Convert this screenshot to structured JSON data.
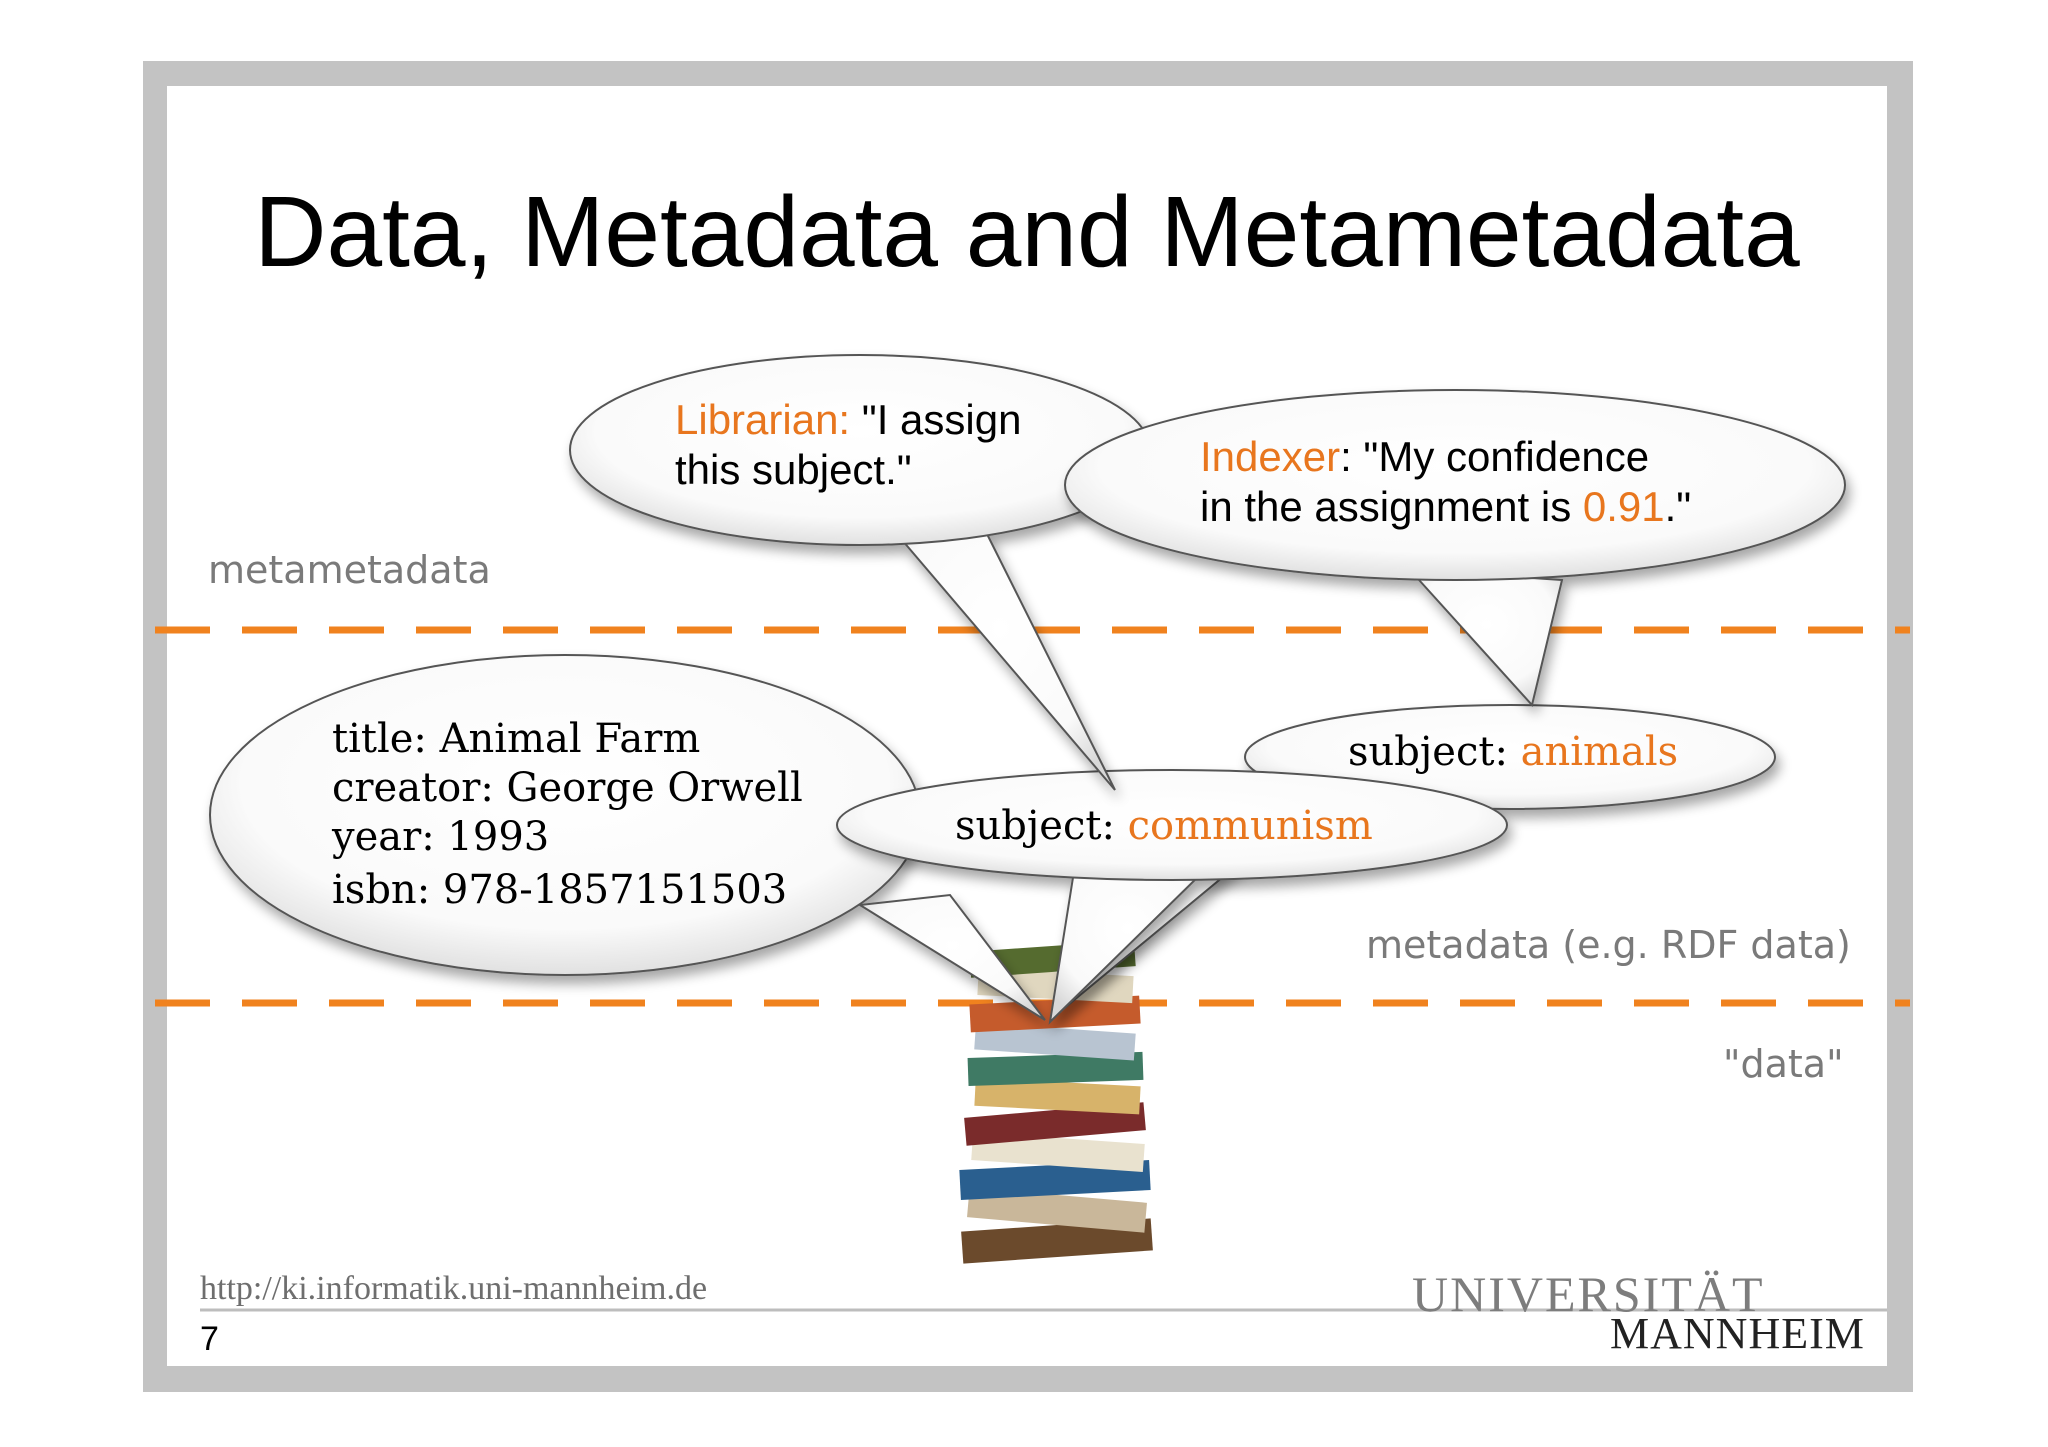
{
  "title": "Data, Metadata and Metametadata",
  "layers": {
    "metametadata": "metametadata",
    "metadata": "metadata (e.g. RDF data)",
    "data": "\"data\""
  },
  "bubbles": {
    "librarian": {
      "speaker": "Librarian:",
      "line1": " \"I assign",
      "line2": "this subject.\""
    },
    "indexer": {
      "speaker": "Indexer",
      "line1": ": \"My confidence",
      "line2_pre": "in the assignment is ",
      "value": "0.91",
      "line2_post": ".\""
    },
    "record": {
      "title": "title: Animal Farm",
      "creator": "creator: George Orwell",
      "year": "year: 1993",
      "isbn": "isbn: 978-1857151503"
    },
    "subject_communism": {
      "key": "subject: ",
      "value": "communism"
    },
    "subject_animals": {
      "key": "subject: ",
      "value": "animals"
    }
  },
  "footer": {
    "url": "http://ki.informatik.uni-mannheim.de",
    "page": "7",
    "university_line1": "UNIVERSITÄT",
    "university_line2": "MANNHEIM"
  },
  "colors": {
    "accent": "#e8761e",
    "frame": "#c3c3c3",
    "label_gray": "#7a7a7a"
  }
}
